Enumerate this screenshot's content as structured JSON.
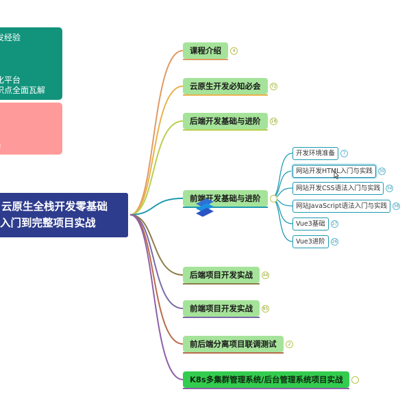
{
  "left_cards": {
    "teal": {
      "line1": "发经验",
      "line2": "化平台",
      "line3": "识点全面瓦解"
    },
    "pink": {
      "line1": "e"
    }
  },
  "root": {
    "line1": "云原生全栈开发零基础",
    "line2": "入门到完整项目实战"
  },
  "branches": [
    {
      "label": "课程介绍",
      "count": "4",
      "color": "#e19a63"
    },
    {
      "label": "云原生开发必知必会",
      "count": "72",
      "color": "#e8b24a"
    },
    {
      "label": "后端开发基础与进阶",
      "count": "18",
      "color": "#b9cf4d"
    },
    {
      "label": "前端开发基础与进阶",
      "count": "",
      "color": "#1e9ab0"
    },
    {
      "label": "后端项目开发实战",
      "count": "44",
      "color": "#8a7d47"
    },
    {
      "label": "前端项目开发实战",
      "count": "85",
      "color": "#7a6aa8"
    },
    {
      "label": "前后端分离项目联调测试",
      "count": "2",
      "color": "#b86a4a"
    },
    {
      "label": "K8s多集群管理系统/后台管理系统项目实战",
      "count": "",
      "color": "#8e5fa8"
    }
  ],
  "frontend_children": [
    {
      "label": "开发环境准备",
      "count": "7"
    },
    {
      "label": "网站开发HTML入门与实践",
      "count": "30"
    },
    {
      "label": "网站开发CSS语法入门与实践",
      "count": "34"
    },
    {
      "label": "网站JavaScript语法入门与实践",
      "count": "38"
    },
    {
      "label": "Vue3基础",
      "count": "27"
    },
    {
      "label": "Vue3进阶",
      "count": "26"
    }
  ],
  "colors": {
    "root": "#2e3c8d",
    "node": "#a6e39a",
    "node_dark": "#33cc4e",
    "leaf_border": "#1b98b0",
    "teal_card": "#12937c",
    "pink_card": "#ff9a9a"
  },
  "icons": {
    "logo": "brand-logo-icon",
    "cursor": "mouse-cursor-icon"
  }
}
